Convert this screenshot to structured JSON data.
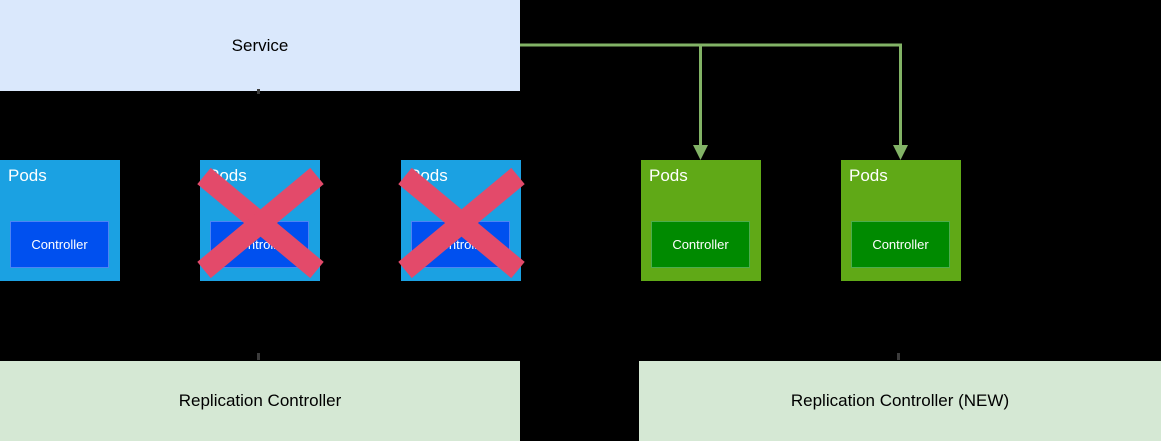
{
  "canvas": {
    "bg": "#000000"
  },
  "colors": {
    "service_bg": "#dae8fc",
    "rc_bg": "#d5e8d4",
    "pod_old_bg": "#1ba1e2",
    "pod_old_controller_bg": "#0050ef",
    "pod_new_bg": "#60a917",
    "pod_new_controller_bg": "#008a00",
    "connector": "#82b366",
    "cross": "#e34a6a",
    "text_dark": "#000000",
    "text_light": "#ffffff"
  },
  "service": {
    "label": "Service"
  },
  "old_pods": [
    {
      "label": "Pods",
      "controller_label": "Controller",
      "crossed_out": false
    },
    {
      "label": "Pods",
      "controller_label": "Controller",
      "crossed_out": true
    },
    {
      "label": "Pods",
      "controller_label": "Controller",
      "crossed_out": true
    }
  ],
  "new_pods": [
    {
      "label": "Pods",
      "controller_label": "Controller"
    },
    {
      "label": "Pods",
      "controller_label": "Controller"
    }
  ],
  "replication_controller_old": {
    "label": "Replication Controller"
  },
  "replication_controller_new": {
    "label": "Replication Controller (NEW)"
  }
}
